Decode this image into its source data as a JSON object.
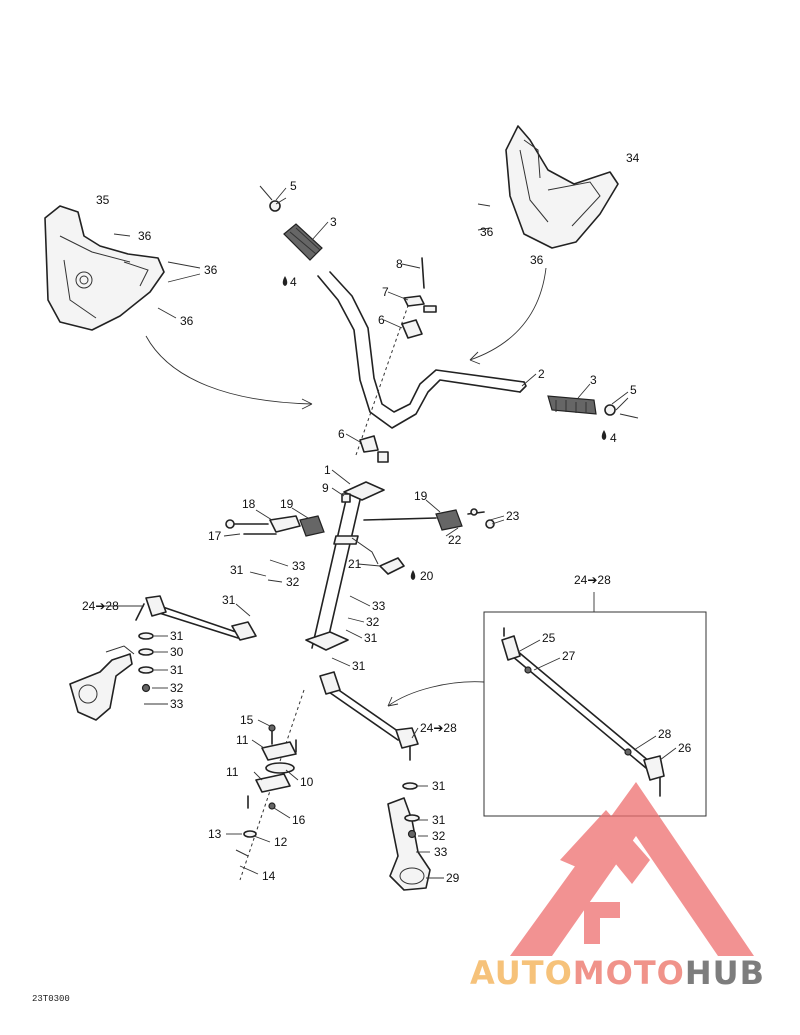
{
  "reference_code": "23T0300",
  "watermark": {
    "auto": "AUTO",
    "moto": "MOTO",
    "hub": "HUB",
    "colors": {
      "auto": "#f6c27a",
      "moto": "#f0938a",
      "hub": "#7d7d7d",
      "logo": "#ee6e6e"
    }
  },
  "callouts": {
    "c1": "1",
    "c2": "2",
    "c3a": "3",
    "c3b": "3",
    "c4a": "4",
    "c4b": "4",
    "c5a": "5",
    "c5b": "5",
    "c6a": "6",
    "c6b": "6",
    "c7": "7",
    "c8": "8",
    "c9": "9",
    "c10": "10",
    "c11a": "11",
    "c11b": "11",
    "c12": "12",
    "c13": "13",
    "c14": "14",
    "c15": "15",
    "c16": "16",
    "c17": "17",
    "c18": "18",
    "c19a": "19",
    "c19b": "19",
    "c20": "20",
    "c21": "21",
    "c22": "22",
    "c23": "23",
    "c24a": "24➔28",
    "c24b": "24➔28",
    "c24c": "24➔28",
    "c25": "25",
    "c26": "26",
    "c27": "27",
    "c28": "28",
    "c29": "29",
    "c30": "30",
    "c31a": "31",
    "c31b": "31",
    "c31c": "31",
    "c31d": "31",
    "c31e": "31",
    "c31f": "31",
    "c31g": "31",
    "c31h": "31",
    "c32a": "32",
    "c32b": "32",
    "c32c": "32",
    "c32d": "32",
    "c33a": "33",
    "c33b": "33",
    "c33c": "33",
    "c33d": "33",
    "c34": "34",
    "c35": "35",
    "c36a": "36",
    "c36b": "36",
    "c36c": "36",
    "c36d": "36",
    "c36e": "36"
  }
}
